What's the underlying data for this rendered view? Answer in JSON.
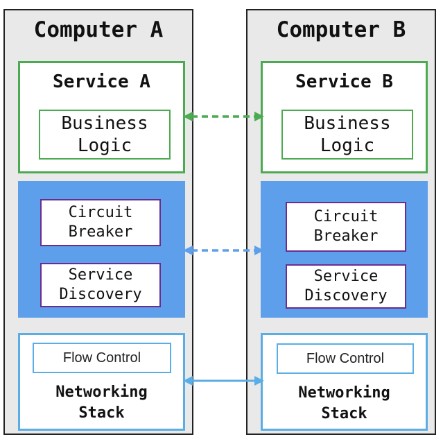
{
  "computers": [
    {
      "title": "Computer A",
      "service_title": "Service A",
      "logic_label": "Business\nLogic",
      "circuit_label": "Circuit\nBreaker",
      "discovery_label": "Service\nDiscovery",
      "flow_label": "Flow Control",
      "net_label": "Networking\nStack"
    },
    {
      "title": "Computer B",
      "service_title": "Service B",
      "logic_label": "Business\nLogic",
      "circuit_label": "Circuit\nBreaker",
      "discovery_label": "Service\nDiscovery",
      "flow_label": "Flow Control",
      "net_label": "Networking\nStack"
    }
  ],
  "colors": {
    "service_border": "#4caa50",
    "sidecar_fill": "#5d9fea",
    "module_border": "#6a2d8f",
    "network_border": "#5aaee5",
    "computer_fill": "#e9e9e9"
  },
  "links": [
    {
      "name": "business-logic-link",
      "style": "dashed",
      "color": "#4caa50"
    },
    {
      "name": "sidecar-link",
      "style": "dashed",
      "color": "#5d9fea"
    },
    {
      "name": "network-link",
      "style": "solid",
      "color": "#5aaee5"
    }
  ]
}
